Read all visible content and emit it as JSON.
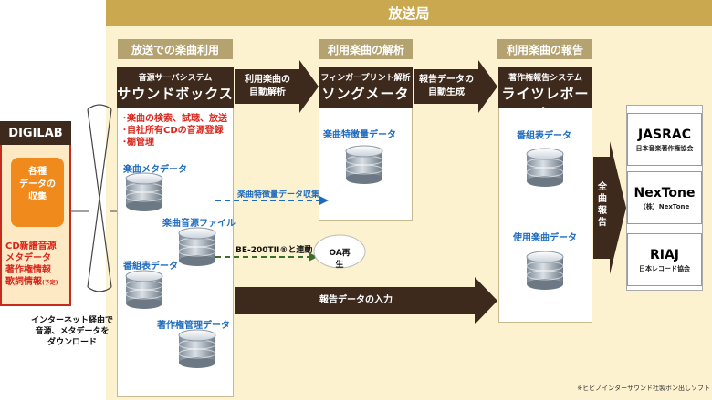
{
  "station": {
    "title": "放送局"
  },
  "sections": [
    {
      "label": "放送での楽曲利用"
    },
    {
      "label": "利用楽曲の解析"
    },
    {
      "label": "利用楽曲の報告"
    }
  ],
  "soundbox": {
    "sub": "音源サーバシステム",
    "main": "サウンドボックス",
    "features": [
      "･楽曲の検索、試聴、放送",
      "･自社所有CDの音源登録",
      "･棚管理"
    ],
    "db_labels": [
      "楽曲メタデータ",
      "楽曲音源ファイル",
      "番組表データ",
      "著作権管理データ"
    ]
  },
  "songmeter": {
    "sub": "フィンガープリント解析",
    "main": "ソングメーター",
    "db_label": "楽曲特徴量データ"
  },
  "lightreport": {
    "sub": "著作権報告システム",
    "main": "ライツレポート",
    "db_labels": [
      "番組表データ",
      "使用楽曲データ"
    ]
  },
  "arrows": {
    "auto_analysis": [
      "利用楽曲の",
      "自動解析"
    ],
    "auto_generate": [
      "報告データの",
      "自動生成"
    ],
    "full_report": [
      "全",
      "曲",
      "報",
      "告"
    ],
    "feature_collect": "楽曲特徴量データ収集",
    "be200": "BE-200TII®と連動",
    "report_input": "報告データの入力",
    "oa": "OA再生"
  },
  "orgs": [
    {
      "name": "JASRAC",
      "sub": "日本音楽著作権協会"
    },
    {
      "name": "NexTone",
      "sub": "（株）NexTone"
    },
    {
      "name": "RIAJ",
      "sub": "日本レコード協会"
    }
  ],
  "digilab": {
    "title": "DIGILAB",
    "pill": [
      "各種",
      "データの",
      "収集"
    ],
    "items": [
      "CD新譜音源",
      "メタデータ",
      "著作権情報"
    ],
    "lyrics": "歌詞情報",
    "lyrics_note": "(予定)"
  },
  "internet_note": [
    "インターネット経由で",
    "音源、メタデータを",
    "ダウンロード"
  ],
  "footnote": "※ヒビノインターサウンド社製ポン出しソフト",
  "colors": {
    "station_bg": "#fdf2cf",
    "header_gold": "#c9a84f",
    "dark_brown": "#3e2a1c",
    "accent_blue": "#1f6cbe",
    "accent_red": "#d9261c",
    "accent_orange": "#f08a1c",
    "green_dash": "#3b6e2a"
  }
}
